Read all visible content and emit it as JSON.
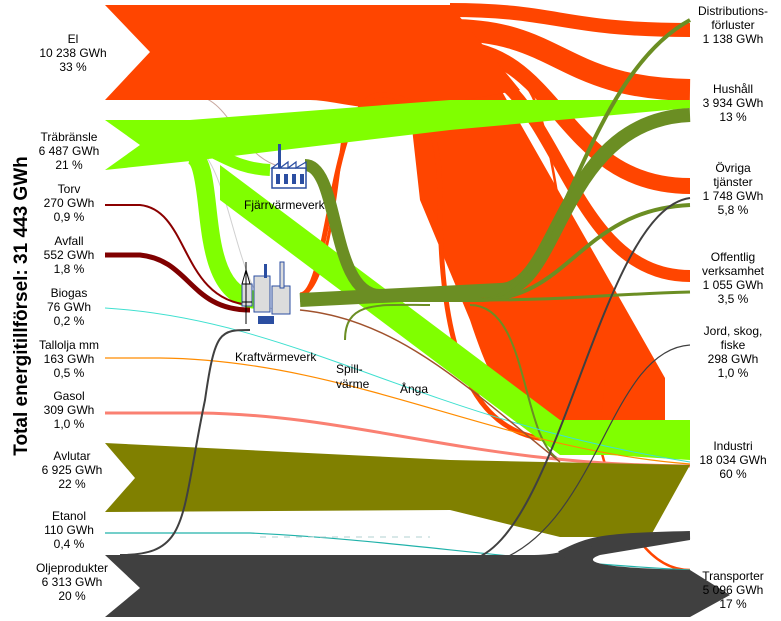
{
  "title": "Total energitillförsel: 31 443 GWh",
  "colors": {
    "el": "#ff4500",
    "wood": "#80ff00",
    "district_heat": "#6b8e23",
    "peat": "#8b0000",
    "waste": "#800000",
    "biogas": "#40e0d0",
    "tall_oil": "#ff8c00",
    "lpg": "#fa8072",
    "waste_liquor": "#808000",
    "ethanol": "#20b2aa",
    "oil": "#404040"
  },
  "sources": [
    {
      "key": "el",
      "name": "El",
      "value": "10 238 GWh",
      "share": "33 %"
    },
    {
      "key": "wood",
      "name": "Träbränsle",
      "value": "6 487 GWh",
      "share": "21 %"
    },
    {
      "key": "peat",
      "name": "Torv",
      "value": "270 GWh",
      "share": "0,9 %"
    },
    {
      "key": "waste",
      "name": "Avfall",
      "value": "552 GWh",
      "share": "1,8 %"
    },
    {
      "key": "biogas",
      "name": "Biogas",
      "value": "76 GWh",
      "share": "0,2 %"
    },
    {
      "key": "tall_oil",
      "name": "Tallolja mm",
      "value": "163 GWh",
      "share": "0,5 %"
    },
    {
      "key": "lpg",
      "name": "Gasol",
      "value": "309 GWh",
      "share": "1,0 %"
    },
    {
      "key": "waste_liquor",
      "name": "Avlutar",
      "value": "6 925 GWh",
      "share": "22 %"
    },
    {
      "key": "ethanol",
      "name": "Etanol",
      "value": "110 GWh",
      "share": "0,4 %"
    },
    {
      "key": "oil",
      "name": "Oljeprodukter",
      "value": "6 313 GWh",
      "share": "20 %"
    }
  ],
  "targets": [
    {
      "key": "losses",
      "name_lines": [
        "Distributions-",
        "förluster"
      ],
      "value": "1 138 GWh",
      "share": ""
    },
    {
      "key": "households",
      "name_lines": [
        "Hushåll"
      ],
      "value": "3 934 GWh",
      "share": "13 %"
    },
    {
      "key": "services",
      "name_lines": [
        "Övriga",
        "tjänster"
      ],
      "value": "1 748 GWh",
      "share": "5,8 %"
    },
    {
      "key": "public",
      "name_lines": [
        "Offentlig",
        "verksamhet"
      ],
      "value": "1 055 GWh",
      "share": "3,5 %"
    },
    {
      "key": "agri",
      "name_lines": [
        "Jord, skog,",
        "fiske"
      ],
      "value": "298 GWh",
      "share": "1,0 %"
    },
    {
      "key": "industry",
      "name_lines": [
        "Industri"
      ],
      "value": "18 034 GWh",
      "share": "60 %"
    },
    {
      "key": "transport",
      "name_lines": [
        "Transporter"
      ],
      "value": "5 096 GWh",
      "share": "17 %"
    }
  ],
  "plants": {
    "district_heating_plant": "Fjärrvärmeverk",
    "chp_plant": "Kraftvärmeverk"
  },
  "flow_labels": {
    "waste_heat_1": "Spill-",
    "waste_heat_2": "värme",
    "steam": "Ånga"
  }
}
